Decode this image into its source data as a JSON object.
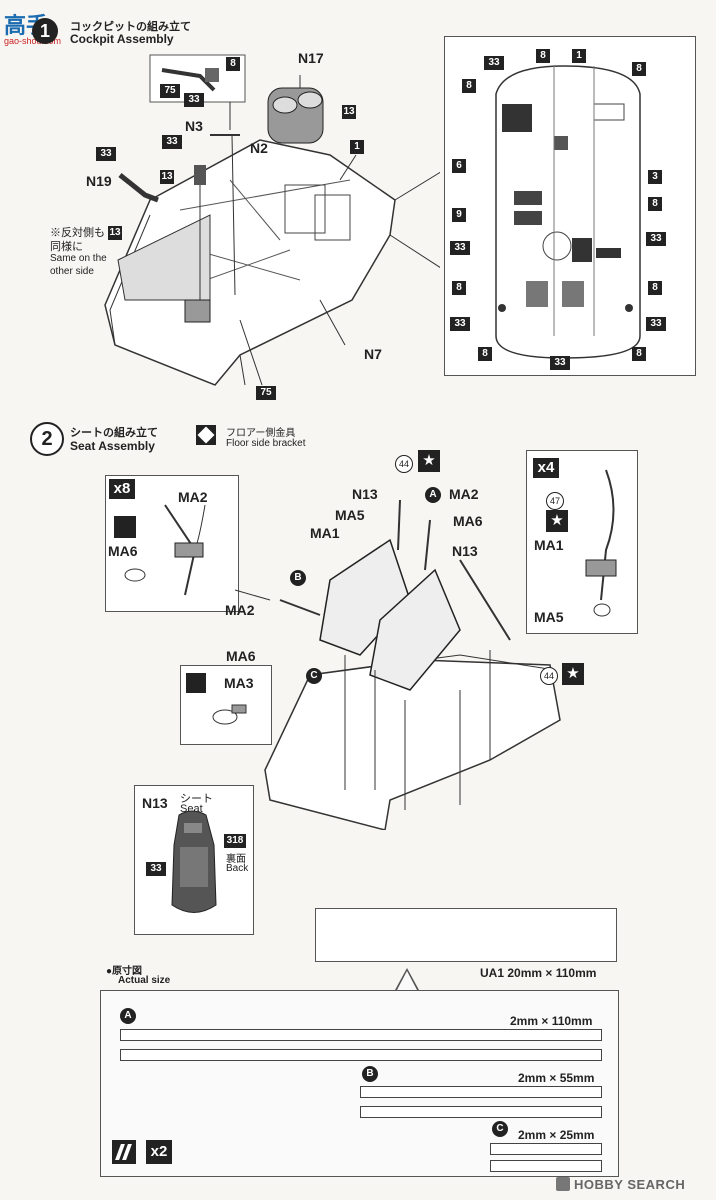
{
  "watermark_top": {
    "text": "高手",
    "subtext": "gao-shou.com"
  },
  "step1": {
    "number": "1",
    "title_jp": "コックピットの組み立て",
    "title_en": "Cockpit Assembly",
    "labels": {
      "n17": "N17",
      "n3": "N3",
      "n2": "N2",
      "n19": "N19",
      "n7": "N7",
      "c13a": "13",
      "c13b": "13",
      "c13c": "13",
      "c1": "1",
      "c8a": "8",
      "c75a": "75",
      "c33a": "33",
      "c33b": "33",
      "c75b": "75"
    },
    "note_jp_1": "※反対側も",
    "note_jp_2": "同様に",
    "note_en_1": "Same on the",
    "note_en_2": "other side",
    "detail_labels": {
      "d33a": "33",
      "d8a": "8",
      "d1": "1",
      "d8b": "8",
      "d8c": "8",
      "d6": "6",
      "d3": "3",
      "d9": "9",
      "d8d": "8",
      "d33b": "33",
      "d33c": "33",
      "d8e": "8",
      "d8f": "8",
      "d33d": "33",
      "d33e": "33",
      "d8g": "8",
      "d33f": "33",
      "d8h": "8"
    }
  },
  "step2": {
    "number": "2",
    "title_jp": "シートの組み立て",
    "title_en": "Seat Assembly",
    "legend_jp": "フロアー側金具",
    "legend_en": "Floor side bracket",
    "left_box": {
      "multiplier": "x8",
      "ma2": "MA2",
      "ma6": "MA6"
    },
    "right_box": {
      "multiplier": "x4",
      "c47": "47",
      "ma1": "MA1",
      "ma5": "MA5"
    },
    "labels": {
      "c44a": "44",
      "n13a": "N13",
      "a": "A",
      "ma2a": "MA2",
      "ma5": "MA5",
      "ma6a": "MA6",
      "ma1": "MA1",
      "n13b": "N13",
      "b": "B",
      "ma2b": "MA2",
      "ma6b": "MA6",
      "ma3": "MA3",
      "c": "C",
      "c44b": "44"
    },
    "seat_box": {
      "part": "N13",
      "jp": "シート",
      "en": "Seat",
      "c33": "33",
      "c318": "318",
      "back_jp": "裏面",
      "back_en": "Back"
    }
  },
  "actual_size": {
    "heading_jp": "●原寸図",
    "heading_en": "Actual size",
    "ua1": "UA1 20mm × 110mm",
    "a_label": "A",
    "a_dim": "2mm × 110mm",
    "b_label": "B",
    "b_dim": "2mm × 55mm",
    "c_label": "C",
    "c_dim": "2mm × 25mm",
    "multiplier": "x2"
  },
  "footer_brand": "HOBBY SEARCH"
}
